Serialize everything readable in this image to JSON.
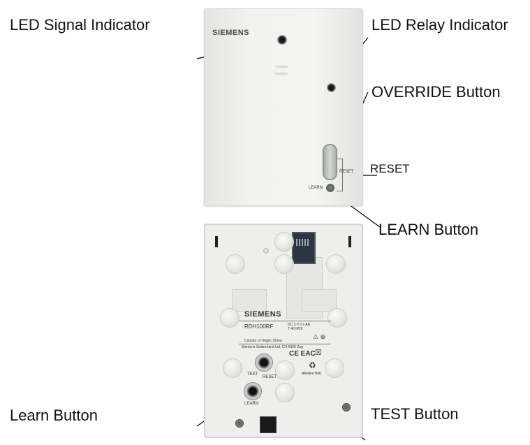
{
  "callouts": {
    "led_signal": "LED Signal Indicator",
    "led_relay": "LED Relay Indicator",
    "override": "OVERRIDE Button",
    "reset": "RESET",
    "learn_front": "LEARN Button",
    "learn_back": "Learn Button",
    "test": "TEST Button"
  },
  "front_device": {
    "brand": "SIEMENS",
    "reset_label": "RESET",
    "learn_label": "LEARN"
  },
  "back_device": {
    "brand": "SIEMENS",
    "model": "RDH100RF",
    "spec_line1": "DC 3 V   2 x AA",
    "spec_line2": "T 40   IP20",
    "origin": "Country of Origin: China",
    "manufacturer": "Siemens Switzerland Ltd, CH-6300 Zug",
    "ce_mark": "CE EAC",
    "battery_label": "Alkaline Batt.",
    "test_label": "TEST",
    "reset_label": "RESET",
    "learn_label": "LEARN"
  },
  "colors": {
    "housing": "#f2f2f0",
    "override_button": "#c9cfc8",
    "text": "#111111"
  }
}
